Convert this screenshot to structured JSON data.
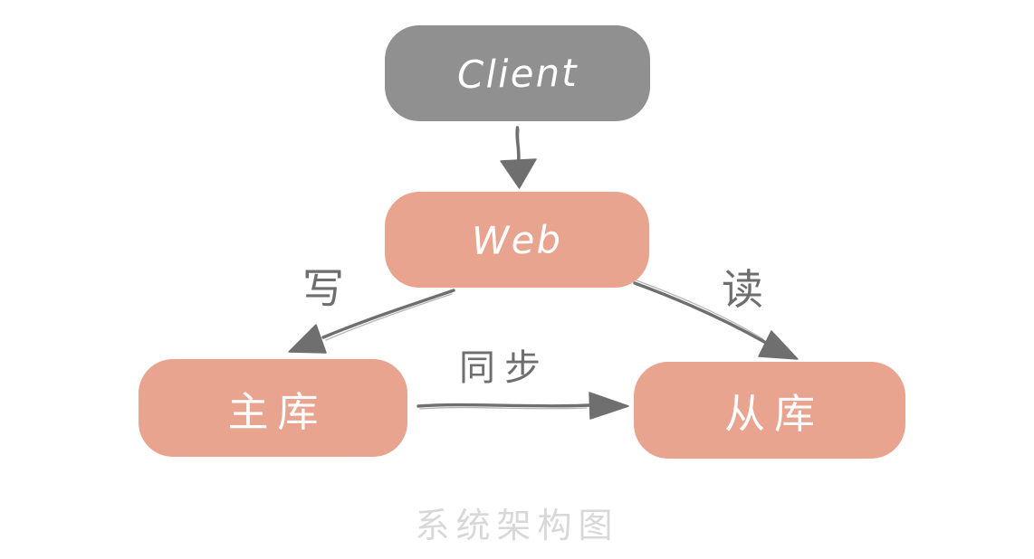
{
  "diagram": {
    "caption": "系统架构图",
    "nodes": {
      "client": {
        "label": "Client"
      },
      "web": {
        "label": "Web"
      },
      "master": {
        "label": "主库"
      },
      "slave": {
        "label": "从库"
      }
    },
    "edges": {
      "web_to_master": {
        "label": "写"
      },
      "web_to_slave": {
        "label": "读"
      },
      "master_to_slave": {
        "label": "同步"
      }
    },
    "colors": {
      "node_gray": "#909090",
      "node_salmon": "#e9a48f",
      "arrow": "#6f6f6f",
      "edge_label": "#6e6e6e",
      "caption_gray": "#d8d8d8"
    }
  }
}
